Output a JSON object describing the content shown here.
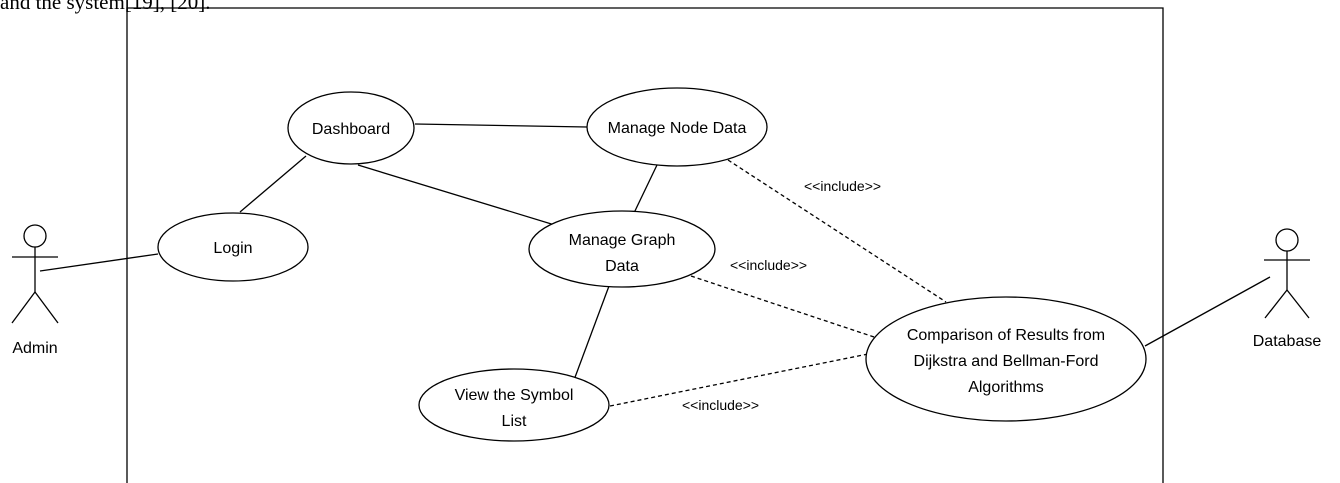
{
  "top_text": "and the system[19], [20].",
  "actors": {
    "admin": "Admin",
    "database": "Database"
  },
  "use_cases": {
    "dashboard": "Dashboard",
    "manage_node_data": "Manage Node Data",
    "login": "Login",
    "manage_graph_data": [
      "Manage Graph",
      "Data"
    ],
    "view_symbol_list": [
      "View the Symbol",
      "List"
    ],
    "comparison": [
      "Comparison of Results from",
      "Dijkstra and Bellman-Ford",
      "Algorithms"
    ]
  },
  "relations": {
    "include_label": "<<include>>"
  }
}
